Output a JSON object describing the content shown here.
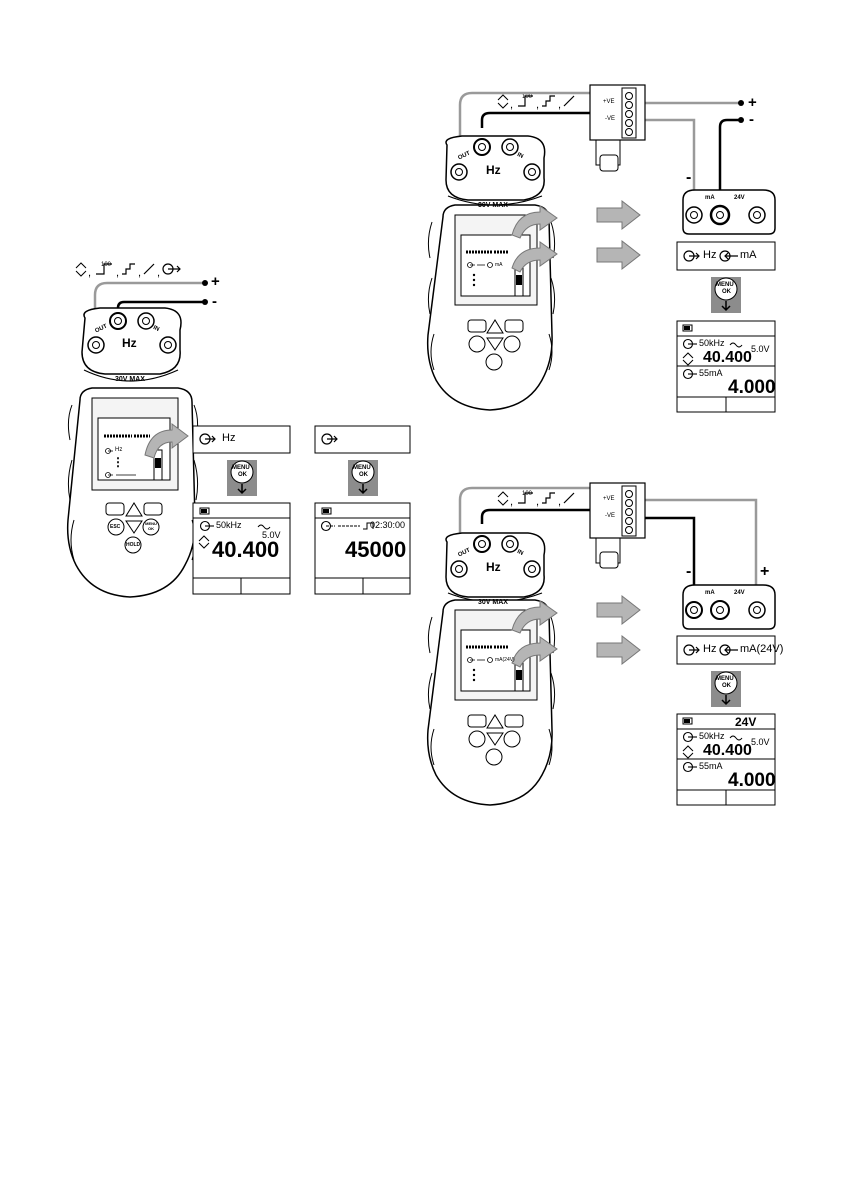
{
  "left": {
    "legend_signs": ", , , ,",
    "wire_plus": "+",
    "wire_minus": "-",
    "port_out": "OUT",
    "port_in": "IN",
    "port_unit": "Hz",
    "max_label": "30V MAX",
    "device_dots": "⋮",
    "device_hz": "Hz",
    "btn_esc": "ESC",
    "btn_menu": "MENU OK",
    "btn_hold": "HOLD",
    "step_a": {
      "select_label": "Hz",
      "menu": "MENU",
      "ok": "OK",
      "freq": "50kHz",
      "volt": "5.0V",
      "reading": "40.400"
    },
    "step_b": {
      "select_label": "",
      "menu": "MENU",
      "ok": "OK",
      "time": "02:30:00",
      "reading": "45000"
    }
  },
  "top_right": {
    "terminal_pos": "+VE",
    "terminal_neg": "-VE",
    "wire_plus": "+",
    "wire_minus": "-",
    "port_out": "OUT",
    "port_in": "IN",
    "port_unit": "Hz",
    "max_label": "30V MAX",
    "module_minus": "-",
    "module_ma": "mA",
    "module_24v": "24V",
    "device_ma": "mA",
    "select_hz": "Hz",
    "select_ma": "mA",
    "menu": "MENU",
    "ok": "OK",
    "freq": "50kHz",
    "volt": "5.0V",
    "reading": "40.400",
    "ma_range": "55mA",
    "ma_reading": "4.000"
  },
  "bottom_right": {
    "terminal_pos": "+VE",
    "terminal_neg": "-VE",
    "port_out": "OUT",
    "port_in": "IN",
    "port_unit": "Hz",
    "max_label": "30V MAX",
    "module_minus": "-",
    "module_plus": "+",
    "module_ma": "mA",
    "module_24v": "24V",
    "device_ma": "mA(24V)",
    "select_hz": "Hz",
    "select_ma": "mA(24V)",
    "menu": "MENU",
    "ok": "OK",
    "header_24v": "24V",
    "freq": "50kHz",
    "volt": "5.0V",
    "reading": "40.400",
    "ma_range": "55mA",
    "ma_reading": "4.000"
  },
  "colors": {
    "wire_gray": "#9a9a9a",
    "arrow_gray": "#b5b5b5",
    "ink": "#000000"
  }
}
